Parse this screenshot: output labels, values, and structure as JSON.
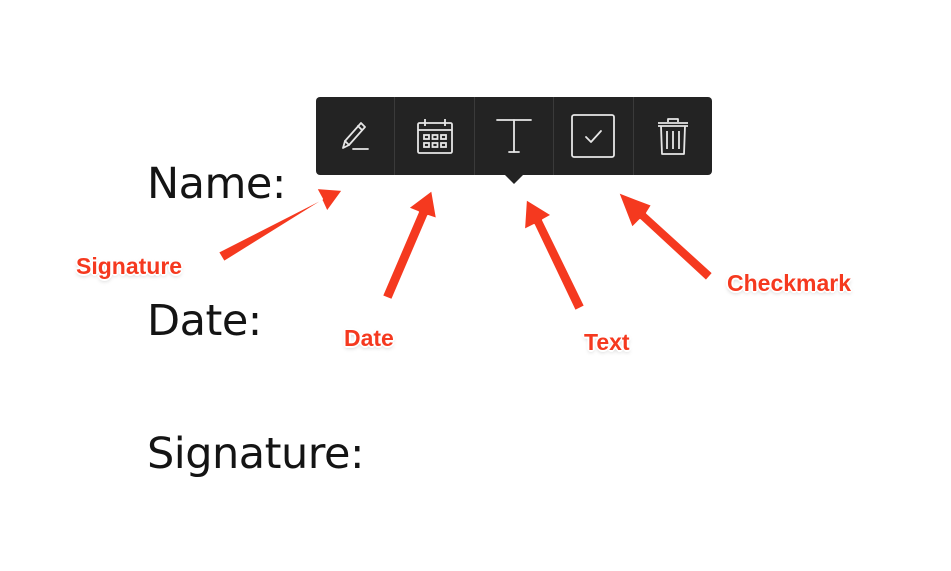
{
  "document": {
    "fields": [
      {
        "label": "Name:"
      },
      {
        "label": "Date:"
      },
      {
        "label": "Signature:"
      }
    ]
  },
  "toolbar": {
    "tools": [
      {
        "icon": "pencil-icon",
        "tool": "signature"
      },
      {
        "icon": "calendar-icon",
        "tool": "date"
      },
      {
        "icon": "text-t-icon",
        "tool": "text"
      },
      {
        "icon": "checkbox-icon",
        "tool": "checkmark"
      },
      {
        "icon": "trash-icon",
        "tool": "delete"
      }
    ],
    "colors": {
      "background": "#232323",
      "icon": "#e6e6e6",
      "divider": "#3a3a3a"
    }
  },
  "annotations": {
    "color": "#f5391f",
    "labels": {
      "signature": "Signature",
      "date": "Date",
      "text": "Text",
      "checkmark": "Checkmark"
    }
  }
}
